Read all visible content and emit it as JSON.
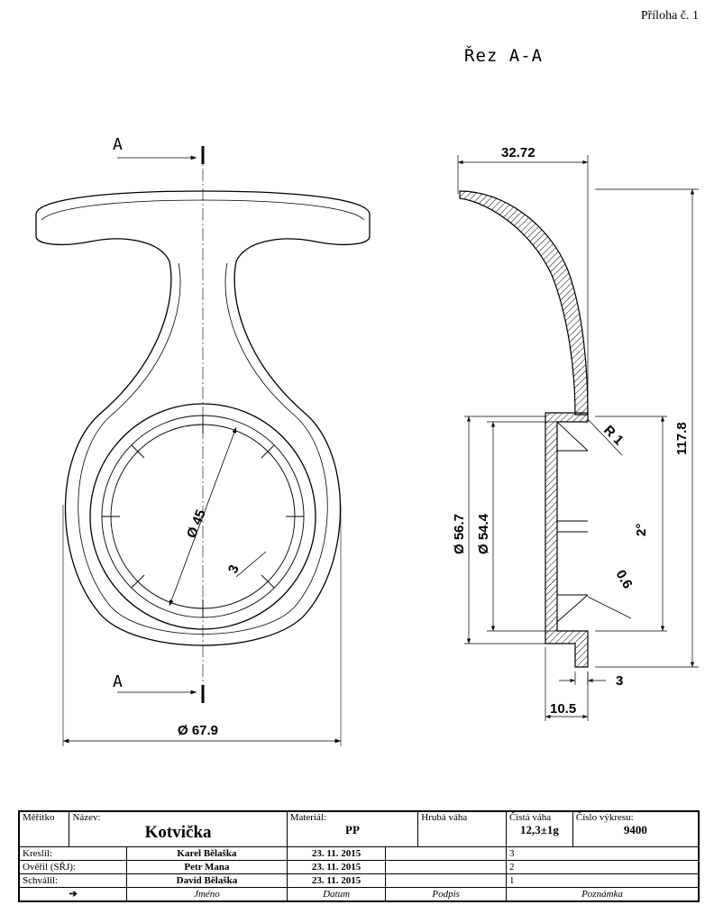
{
  "header": {
    "annex": "Příloha č. 1"
  },
  "section": {
    "title": "Řez A-A",
    "marker": "A"
  },
  "dimensions": {
    "hole_diameter": "Ø 45",
    "slot": "3",
    "outer_diameter": "Ø 67.9",
    "depth": "32.72",
    "height": "117.8",
    "radius": "R 1",
    "outer_d": "Ø 56.7",
    "inner_d": "Ø 54.4",
    "angle": "2°",
    "thickness": "0.6",
    "flange": "3",
    "ring_height": "10.5"
  },
  "title_block": {
    "scale_label": "Měřítko",
    "name_label": "Název:",
    "name_value": "Kotvička",
    "material_label": "Materiál:",
    "material_value": "PP",
    "gross_weight_label": "Hrubá váha",
    "net_weight_label": "Čistá váha",
    "net_weight_value": "12,3±1g",
    "drawing_no_label": "Číslo výkresu:",
    "drawing_no_value": "9400",
    "rows": [
      {
        "role": "Kreslil:",
        "name": "Karel Bělaška",
        "date": "23. 11. 2015",
        "note": "3"
      },
      {
        "role": "Ověřil (SŘJ):",
        "name": "Petr Mana",
        "date": "23. 11. 2015",
        "note": "2"
      },
      {
        "role": "Schválil:",
        "name": "David Bělaška",
        "date": "23. 11. 2015",
        "note": "1"
      }
    ],
    "footer": {
      "arrow": "➔",
      "name": "Jméno",
      "date": "Datum",
      "signature": "Podpis",
      "note": "Poznámka"
    }
  }
}
